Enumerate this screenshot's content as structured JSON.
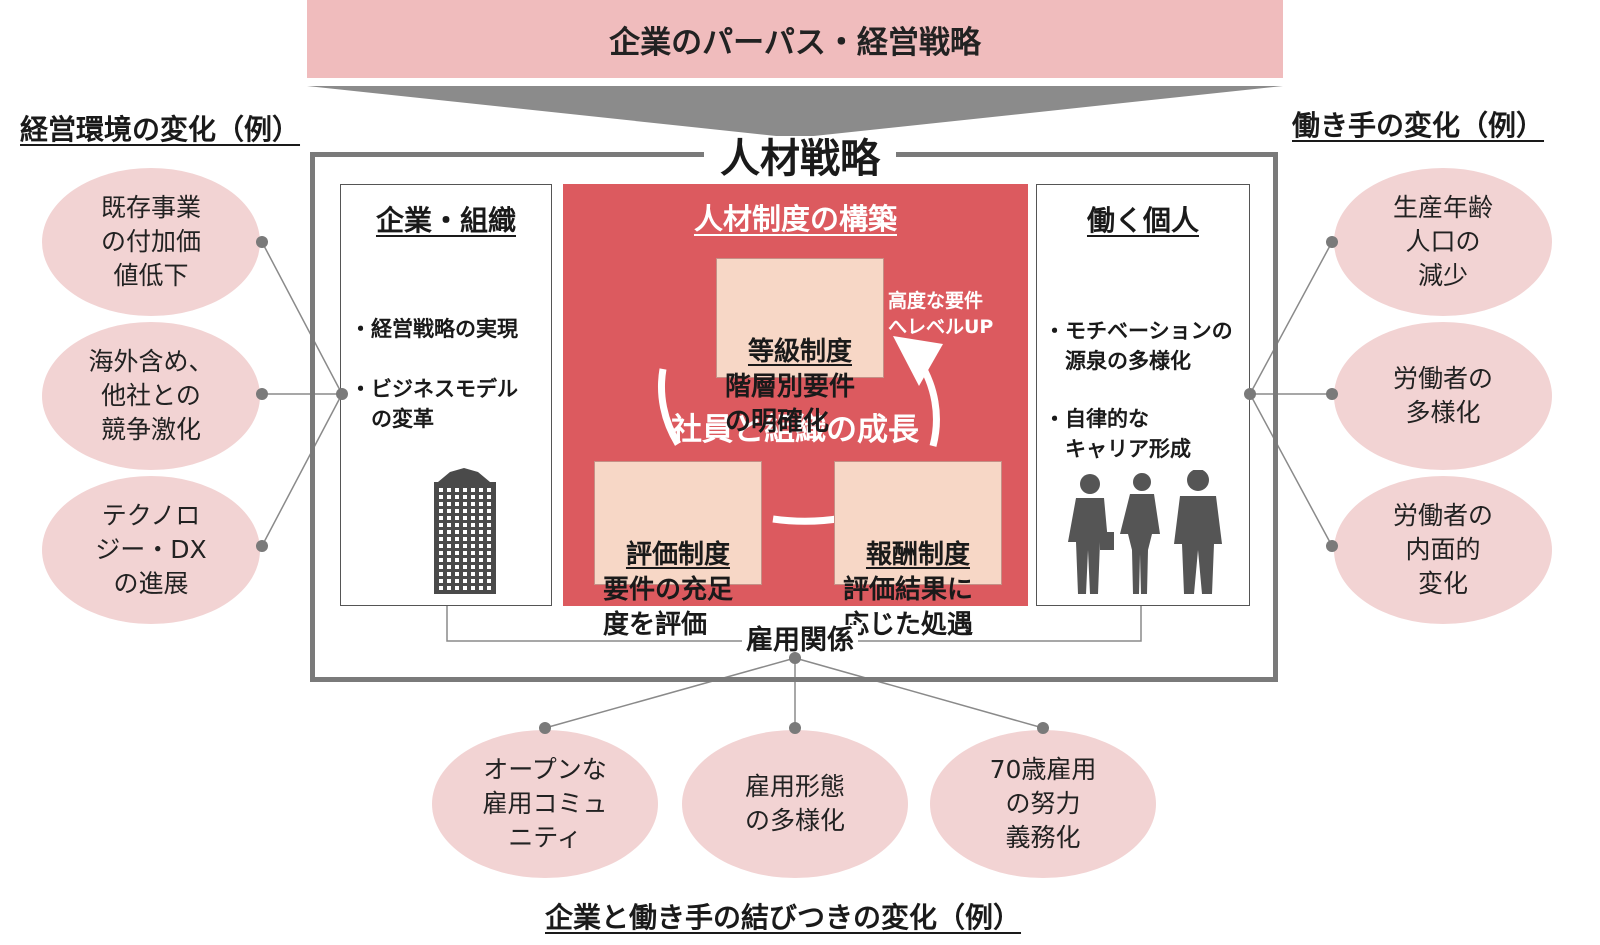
{
  "top_banner": "企業のパーパス・経営戦略",
  "strategy_title": "人材戦略",
  "left_section": {
    "title": "経営環境の変化（例）",
    "items": [
      "既存事業\nの付加価\n値低下",
      "海外含め、\n他社との\n競争激化",
      "テクノロ\nジー・DX\nの進展"
    ]
  },
  "right_section": {
    "title": "働き手の変化（例）",
    "items": [
      "生産年齢\n人口の\n減少",
      "労働者の\n多様化",
      "労働者の\n内面的\n変化"
    ]
  },
  "bottom_section": {
    "title": "企業と働き手の結びつきの変化（例）",
    "items": [
      "オープンな\n雇用コミュ\nニティ",
      "雇用形態\nの多様化",
      "70歳雇用\nの努力\n義務化"
    ]
  },
  "company_panel": {
    "title": "企業・組織",
    "bullets": [
      "・経営戦略の実現",
      "・ビジネスモデル\n　の変革"
    ],
    "icon": "office-building-icon"
  },
  "individual_panel": {
    "title": "働く個人",
    "bullets": [
      "・モチベーションの\n　源泉の多様化",
      "・自律的な\n　キャリア形成"
    ],
    "icon": "business-people-icon"
  },
  "system_panel": {
    "title": "人材制度の構築",
    "center_label": "社員と組織の成長",
    "upgrade_note": "高度な要件\nへレベルUP",
    "grade": {
      "title": "等級制度",
      "body": "階層別要件\nの明確化"
    },
    "evaluation": {
      "title": "評価制度",
      "body": "要件の充足\n度を評価"
    },
    "reward": {
      "title": "報酬制度",
      "body": "評価結果に\n応じた処遇"
    }
  },
  "employment_label": "雇用関係",
  "colors": {
    "banner": "#f0bcbd",
    "system_panel": "#dc5a5f",
    "system_box": "#f7d7c6",
    "bubble": "#f2d3d3",
    "frame": "#7a7a7a"
  }
}
